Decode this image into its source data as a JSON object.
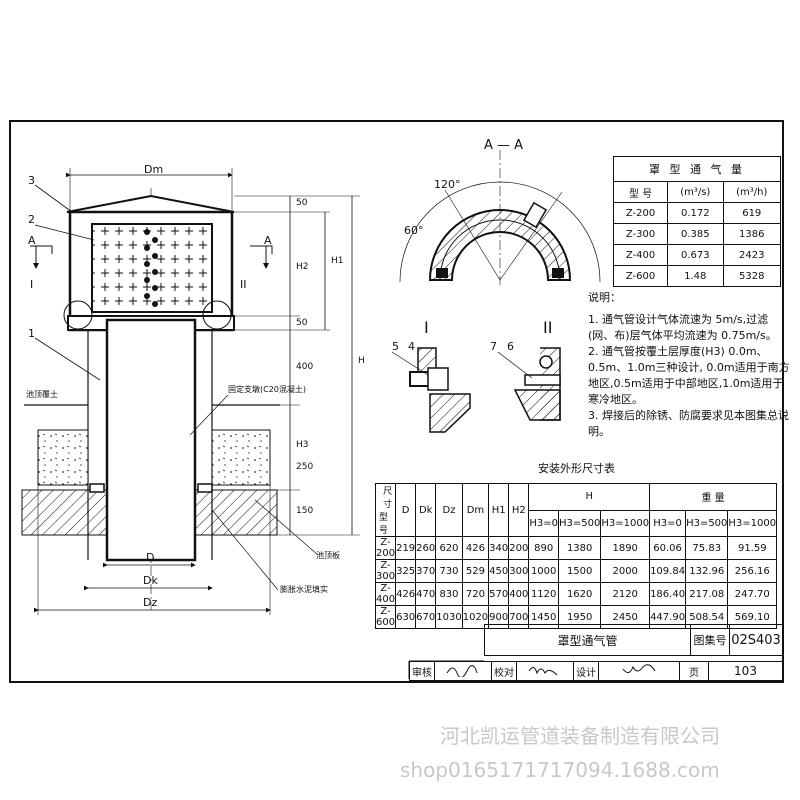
{
  "drawing": {
    "top_width_label": "Dm",
    "callouts": [
      "3",
      "2",
      "1"
    ],
    "section_marks": [
      "A",
      "A"
    ],
    "detail_marks": [
      "I",
      "II"
    ],
    "side_dims": [
      "50",
      "H2",
      "H1",
      "50",
      "H",
      "400",
      "H3",
      "250",
      "150"
    ],
    "bottom_dims": [
      "D",
      "Dk",
      "Dz"
    ],
    "labels": {
      "roof_soil": "池顶覆土",
      "fixed_support": "固定支墩(C20混凝土)",
      "pool_plate": "池顶板",
      "mortar": "膨胀水泥填实"
    }
  },
  "section_view": {
    "title": "A — A",
    "angle_1": "120°",
    "angle_2": "60°"
  },
  "details": {
    "detail_1": {
      "mark": "I",
      "numbers": [
        "5",
        "4"
      ]
    },
    "detail_2": {
      "mark": "II",
      "numbers": [
        "7",
        "6"
      ]
    }
  },
  "flow_table": {
    "title": "罩 型 通 气 量",
    "headers": [
      "型 号",
      "(m³/s)",
      "(m³/h)"
    ],
    "rows": [
      [
        "Z-200",
        "0.172",
        "619"
      ],
      [
        "Z-300",
        "0.385",
        "1386"
      ],
      [
        "Z-400",
        "0.673",
        "2423"
      ],
      [
        "Z-600",
        "1.48",
        "5328"
      ]
    ]
  },
  "notes": {
    "title": "说明：",
    "items": [
      "1. 通气管设计气体流速为 5m/s,过滤(网、布)层气体平均流速为 0.75m/s。",
      "2. 通气管按覆土层厚度(H3) 0.0m、0.5m、1.0m三种设计, 0.0m适用于南方地区,0.5m适用于中部地区,1.0m适用于寒冷地区。",
      "3. 焊接后的除锈、防腐要求见本图集总说明。"
    ]
  },
  "dims_table": {
    "caption": "安装外形尺寸表",
    "corner_top": "尺寸",
    "corner_bottom": "型号",
    "headers": [
      "D",
      "Dk",
      "Dz",
      "Dm",
      "H1",
      "H2"
    ],
    "group_h": "H",
    "group_w": "重    量",
    "sub_h": [
      "H3=0",
      "H3=500",
      "H3=1000"
    ],
    "sub_w": [
      "H3=0",
      "H3=500",
      "H3=1000"
    ],
    "rows": [
      [
        "Z-200",
        "219",
        "260",
        "620",
        "426",
        "340",
        "200",
        "890",
        "1380",
        "1890",
        "60.06",
        "75.83",
        "91.59"
      ],
      [
        "Z-300",
        "325",
        "370",
        "730",
        "529",
        "450",
        "300",
        "1000",
        "1500",
        "2000",
        "109.84",
        "132.96",
        "256.16"
      ],
      [
        "Z-400",
        "426",
        "470",
        "830",
        "720",
        "570",
        "400",
        "1120",
        "1620",
        "2120",
        "186.40",
        "217.08",
        "247.70"
      ],
      [
        "Z-600",
        "630",
        "670",
        "1030",
        "1020",
        "900",
        "700",
        "1450",
        "1950",
        "2450",
        "447.90",
        "508.54",
        "569.10"
      ]
    ]
  },
  "title_block": {
    "name": "罩型通气管",
    "atlas_label": "图集号",
    "atlas_no": "02S403",
    "review": "审核",
    "check": "校对",
    "design": "设计",
    "page_label": "页",
    "page_no": "103"
  },
  "watermark": {
    "company": "河北凯运管道装备制造有限公司",
    "shop": "shop0165171717094.1688.com"
  },
  "colors": {
    "ink": "#111111",
    "watermark": "#c8c8c8",
    "background": "#ffffff"
  }
}
